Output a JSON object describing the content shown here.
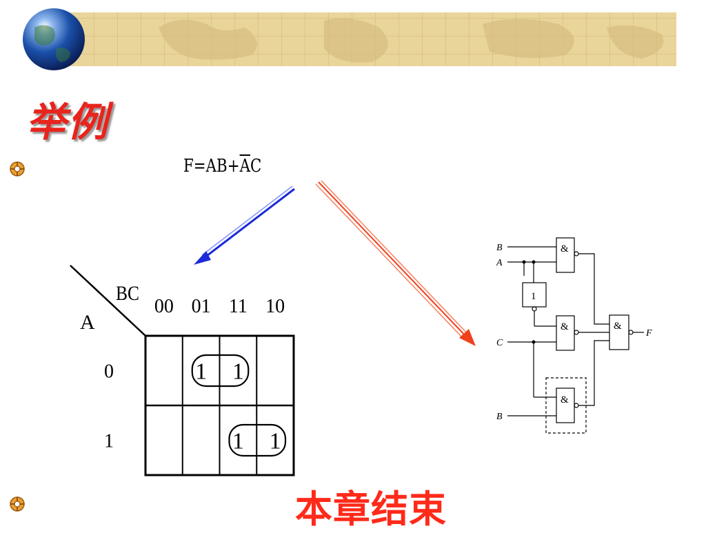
{
  "slide": {
    "title": "举例",
    "formula": {
      "prefix": "F=AB+",
      "negated": "A",
      "suffix": "C"
    },
    "ending": "本章结束"
  },
  "kmap": {
    "row_var": "A",
    "col_var": "BC",
    "col_labels": [
      "00",
      "01",
      "11",
      "10"
    ],
    "row_labels": [
      "0",
      "1"
    ],
    "cells": [
      [
        "",
        "1",
        "1",
        ""
      ],
      [
        "",
        "",
        "1",
        "1"
      ]
    ]
  },
  "circuit": {
    "inputs": [
      "B",
      "A",
      "C",
      "B"
    ],
    "not_label": "1",
    "and_label": "&",
    "output": "F"
  },
  "colors": {
    "title": "#e8241c",
    "ending": "#ff2a1a",
    "arrow_blue": "#1a2ad8",
    "arrow_red": "#f0401c"
  },
  "icons": [
    "globe-icon",
    "bullet-icon",
    "bullet-icon"
  ]
}
